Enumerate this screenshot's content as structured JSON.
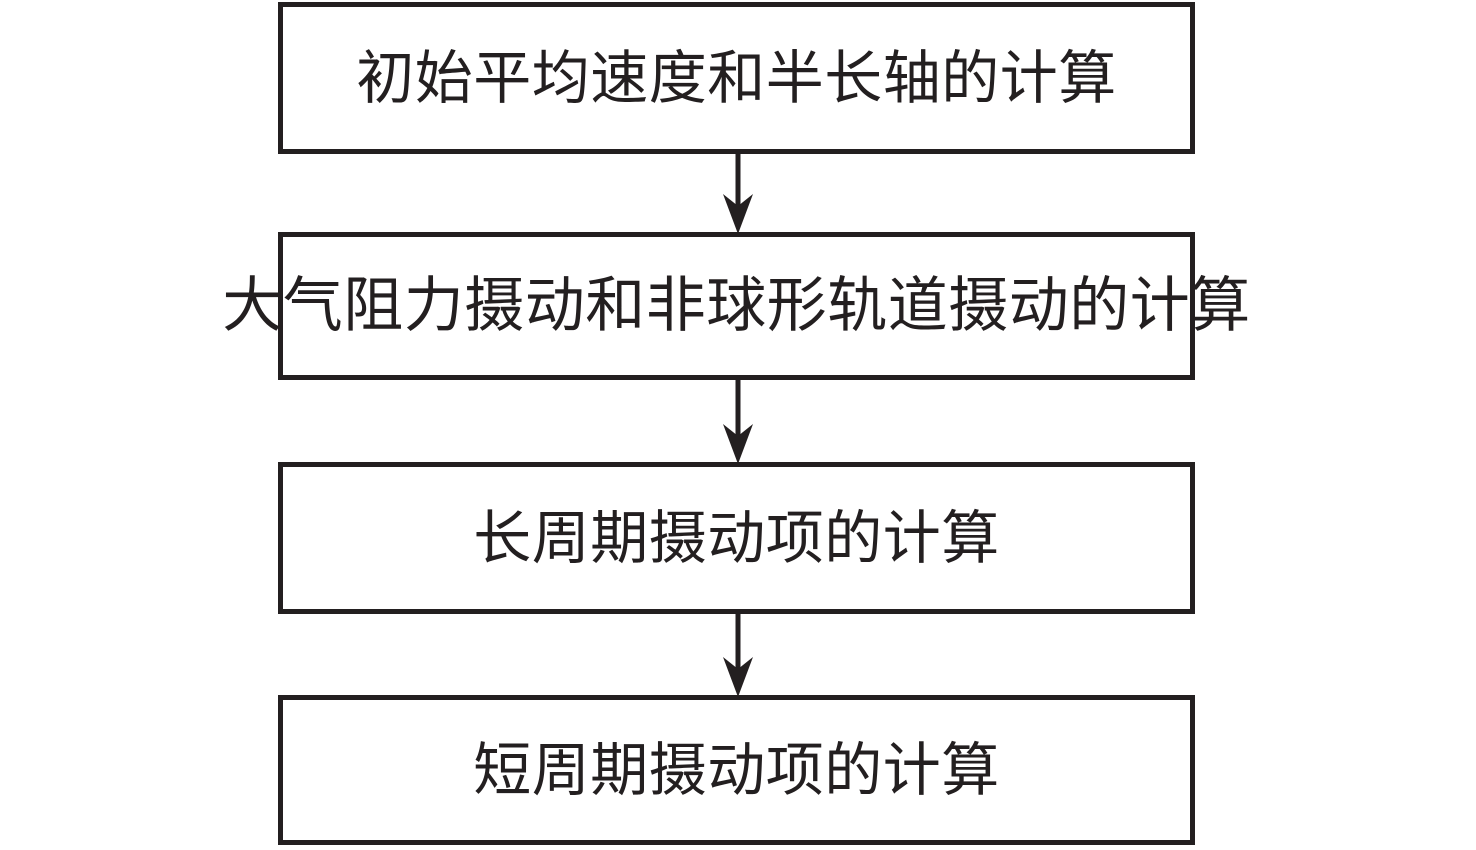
{
  "diagram": {
    "type": "flowchart",
    "orientation": "vertical-top-to-bottom",
    "title": "",
    "colors": {
      "stroke": "#231f20",
      "fill": "#ffffff",
      "text": "#231f20",
      "background": "#ffffff"
    },
    "nodes": [
      {
        "id": "node-1",
        "order": 1,
        "shape": "rectangle",
        "label": "初始平均速度和半长轴的计算"
      },
      {
        "id": "node-2",
        "order": 2,
        "shape": "rectangle",
        "label": "大气阻力摄动和非球形轨道摄动的计算"
      },
      {
        "id": "node-3",
        "order": 3,
        "shape": "rectangle",
        "label": "长周期摄动项的计算"
      },
      {
        "id": "node-4",
        "order": 4,
        "shape": "rectangle",
        "label": "短周期摄动项的计算"
      }
    ],
    "connectors": [
      {
        "id": "connector-1",
        "from": "node-1",
        "to": "node-2",
        "style": "solid-arrow-down",
        "label": ""
      },
      {
        "id": "connector-2",
        "from": "node-2",
        "to": "node-3",
        "style": "solid-arrow-down",
        "label": ""
      },
      {
        "id": "connector-3",
        "from": "node-3",
        "to": "node-4",
        "style": "solid-arrow-down",
        "label": ""
      }
    ]
  }
}
